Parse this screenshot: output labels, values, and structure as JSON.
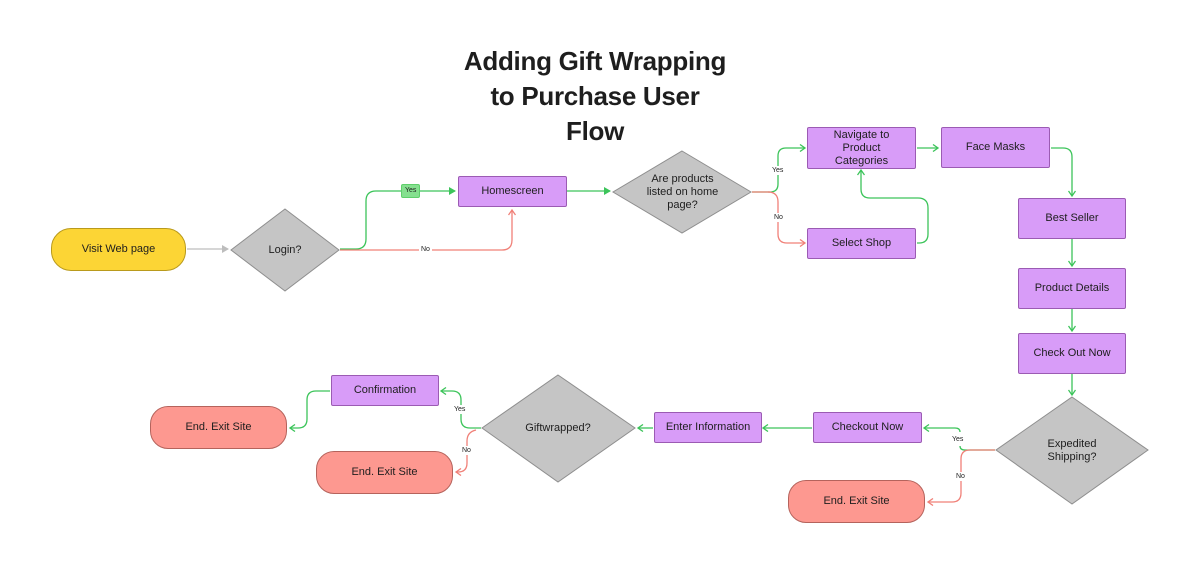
{
  "title": "Adding Gift Wrapping to Purchase User Flow",
  "title_lines": [
    "Adding Gift Wrapping",
    "to Purchase User",
    "Flow"
  ],
  "colors": {
    "process": "#d89cf8",
    "start": "#fcd535",
    "end": "#fd9890",
    "decision": "#c5c5c5",
    "yes_edge": "#3cc45a",
    "no_edge": "#f08078",
    "neutral_edge": "#bdbdbd"
  },
  "nodes": {
    "visit": "Visit Web page",
    "login": "Login?",
    "homescreen": "Homescreen",
    "products_listed": "Are products listed on home page?",
    "navigate": "Navigate to Product Categories",
    "select_shop": "Select Shop",
    "face_masks": "Face Masks",
    "best_seller": "Best Seller",
    "product_details": "Product Details",
    "check_out_now": "Check Out Now",
    "expedited": "Expedited Shipping?",
    "checkout_now": "Checkout Now",
    "end_exit_1": "End. Exit Site",
    "enter_info": "Enter Information",
    "giftwrapped": "Giftwrapped?",
    "confirmation": "Confirmation",
    "end_exit_2": "End. Exit Site",
    "end_exit_3": "End. Exit Site"
  },
  "edge_labels": {
    "login_yes": "Yes",
    "login_no": "No",
    "products_yes": "Yes",
    "products_no": "No",
    "expedited_yes": "Yes",
    "expedited_no": "No",
    "gift_yes": "Yes",
    "gift_no": "No"
  }
}
